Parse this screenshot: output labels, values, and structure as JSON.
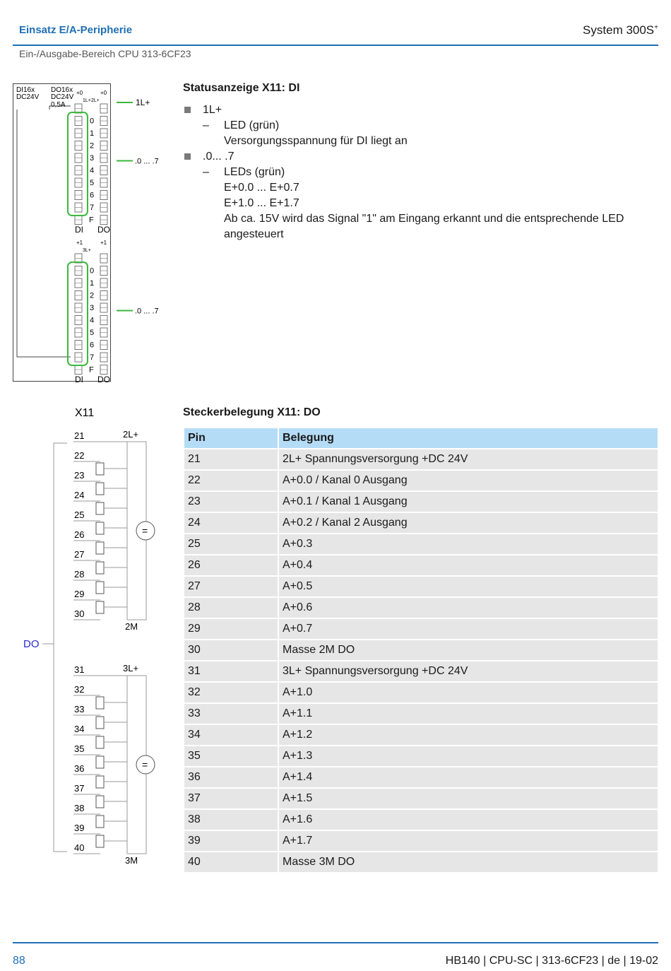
{
  "header": {
    "section": "Einsatz E/A-Peripherie",
    "system": "System 300S",
    "system_sup": "+",
    "subtitle": "Ein-/Ausgabe-Bereich CPU 313-6CF23"
  },
  "module": {
    "label_di": "DI16x",
    "label_di_v": "DC24V",
    "label_do": "DO16x",
    "label_do_v": "DC24V",
    "label_do_a": "0,5A",
    "plus0": "+0",
    "plus1": "+1",
    "l1": "1L+",
    "l2": "2L+",
    "l3": "3L+",
    "bits": [
      "0",
      "1",
      "2",
      "3",
      "4",
      "5",
      "6",
      "7"
    ],
    "f": "F",
    "di": "DI",
    "do": "DO",
    "callout_1l": "1L+",
    "callout_range": ".0 ... .7"
  },
  "status": {
    "title": "Statusanzeige X11: DI",
    "items": [
      {
        "bullet": "1L+",
        "dash": "LED (grün)",
        "lines": [
          "Versorgungsspannung für DI liegt an"
        ]
      },
      {
        "bullet": ".0... .7",
        "dash": "LEDs (grün)",
        "lines": [
          "E+0.0 ... E+0.7",
          "E+1.0 ... E+1.7",
          "Ab ca. 15V wird das Signal \"1\" am Eingang erkannt und die entsprechende LED angesteuert"
        ]
      }
    ]
  },
  "connector": {
    "title": "X11",
    "do_label": "DO",
    "group1_supply": "2L+",
    "group1_ground": "2M",
    "group2_supply": "3L+",
    "group2_ground": "3M",
    "dc_symbol": "=",
    "pins_group1": [
      "21",
      "22",
      "23",
      "24",
      "25",
      "26",
      "27",
      "28",
      "29",
      "30"
    ],
    "pins_group2": [
      "31",
      "32",
      "33",
      "34",
      "35",
      "36",
      "37",
      "38",
      "39",
      "40"
    ]
  },
  "pin_table": {
    "title": "Steckerbelegung X11: DO",
    "headers": [
      "Pin",
      "Belegung"
    ],
    "rows": [
      [
        "21",
        "2L+ Spannungsversorgung +DC 24V"
      ],
      [
        "22",
        "A+0.0 / Kanal 0 Ausgang"
      ],
      [
        "23",
        "A+0.1 / Kanal 1 Ausgang"
      ],
      [
        "24",
        "A+0.2 / Kanal 2 Ausgang"
      ],
      [
        "25",
        "A+0.3"
      ],
      [
        "26",
        "A+0.4"
      ],
      [
        "27",
        "A+0.5"
      ],
      [
        "28",
        "A+0.6"
      ],
      [
        "29",
        "A+0.7"
      ],
      [
        "30",
        "Masse 2M DO"
      ],
      [
        "31",
        "3L+ Spannungsversorgung +DC 24V"
      ],
      [
        "32",
        "A+1.0"
      ],
      [
        "33",
        "A+1.1"
      ],
      [
        "34",
        "A+1.2"
      ],
      [
        "35",
        "A+1.3"
      ],
      [
        "36",
        "A+1.4"
      ],
      [
        "37",
        "A+1.5"
      ],
      [
        "38",
        "A+1.6"
      ],
      [
        "39",
        "A+1.7"
      ],
      [
        "40",
        "Masse 3M DO"
      ]
    ]
  },
  "footer": {
    "page": "88",
    "doc": "HB140 | CPU-SC | 313-6CF23 | de | 19-02"
  },
  "colors": {
    "accent": "#1f6fb5",
    "led_green": "#3db83d",
    "table_header": "#b5dcf7",
    "table_cell": "#e6e6e6",
    "do_label": "#2a2ad0"
  }
}
